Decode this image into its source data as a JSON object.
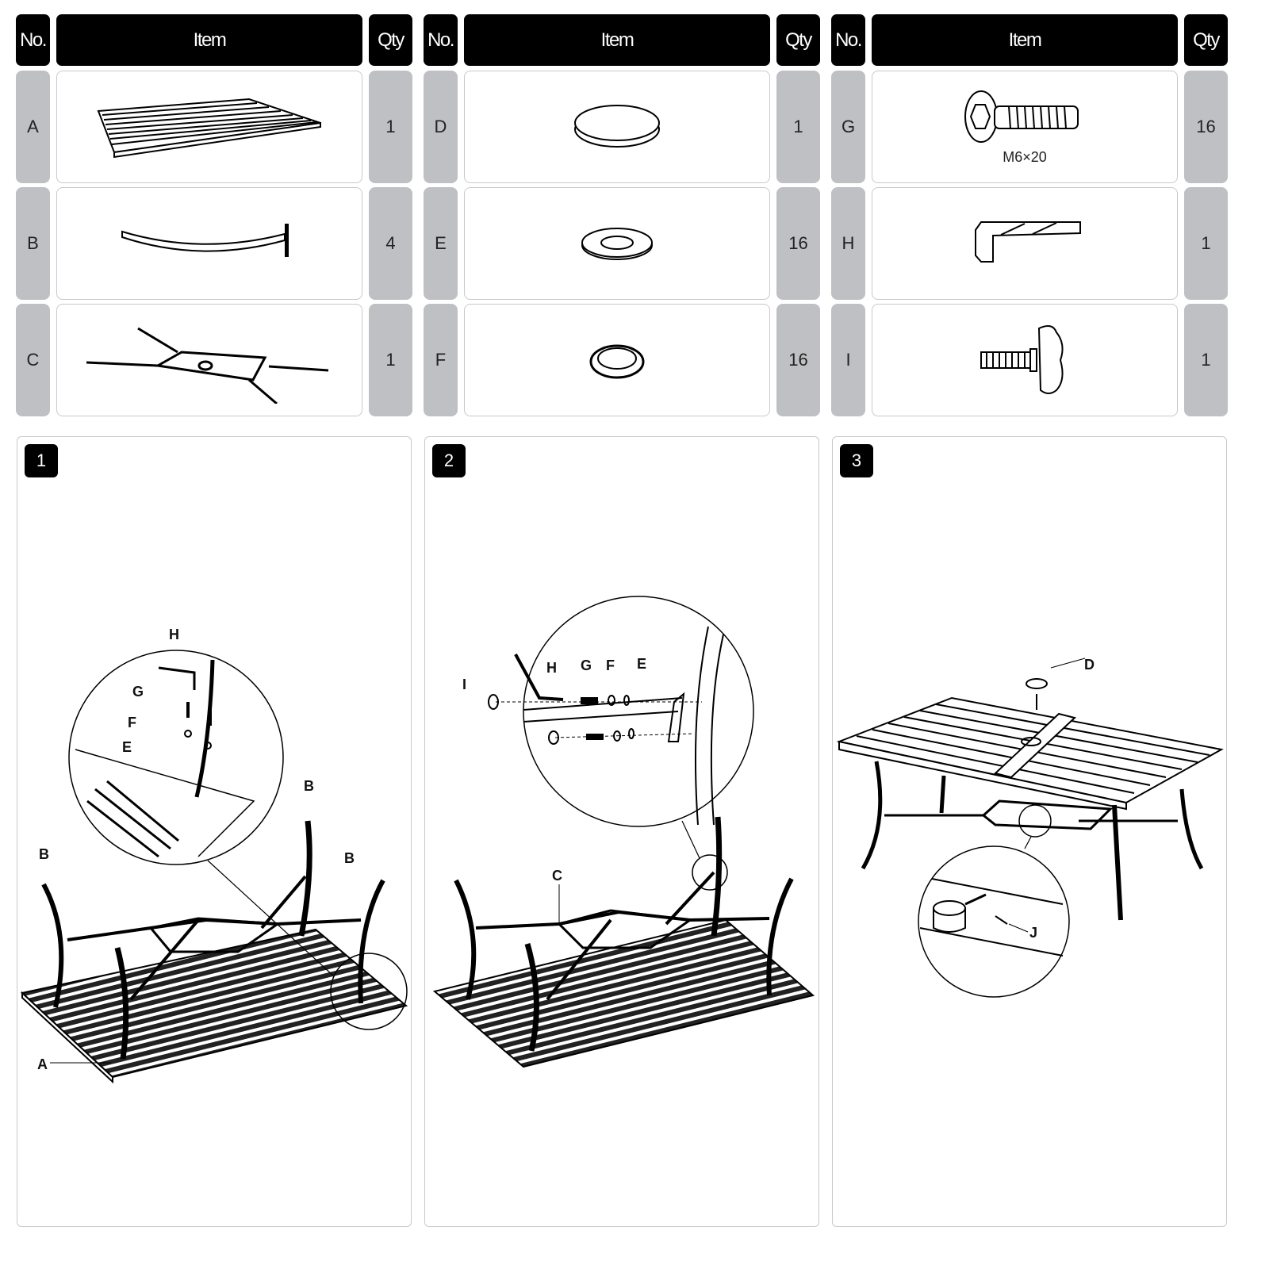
{
  "parts_table": {
    "headers": {
      "no": "No.",
      "item": "Item",
      "qty": "Qty"
    },
    "parts": [
      {
        "no": "A",
        "qty": "1",
        "icon": "tabletop-icon"
      },
      {
        "no": "B",
        "qty": "4",
        "icon": "leg-icon"
      },
      {
        "no": "C",
        "qty": "1",
        "icon": "base-frame-icon"
      },
      {
        "no": "D",
        "qty": "1",
        "icon": "cap-icon"
      },
      {
        "no": "E",
        "qty": "16",
        "icon": "flat-washer-icon"
      },
      {
        "no": "F",
        "qty": "16",
        "icon": "spring-washer-icon"
      },
      {
        "no": "G",
        "qty": "16",
        "icon": "bolt-icon",
        "spec": "M6×20"
      },
      {
        "no": "H",
        "qty": "1",
        "icon": "allen-key-icon"
      },
      {
        "no": "I",
        "qty": "1",
        "icon": "thumb-screw-icon"
      }
    ]
  },
  "steps": [
    {
      "number": "1",
      "labels": {
        "h": "H",
        "g": "G",
        "f": "F",
        "e": "E",
        "b1": "B",
        "b2": "B",
        "b3": "B",
        "a": "A"
      }
    },
    {
      "number": "2",
      "labels": {
        "i": "I",
        "h": "H",
        "g": "G",
        "f": "F",
        "e": "E",
        "c": "C"
      }
    },
    {
      "number": "3",
      "labels": {
        "d": "D",
        "j": "J"
      }
    }
  ],
  "colors": {
    "header": "#000000",
    "no_cell": "#bfc0c3",
    "border": "#c9c9cb"
  }
}
